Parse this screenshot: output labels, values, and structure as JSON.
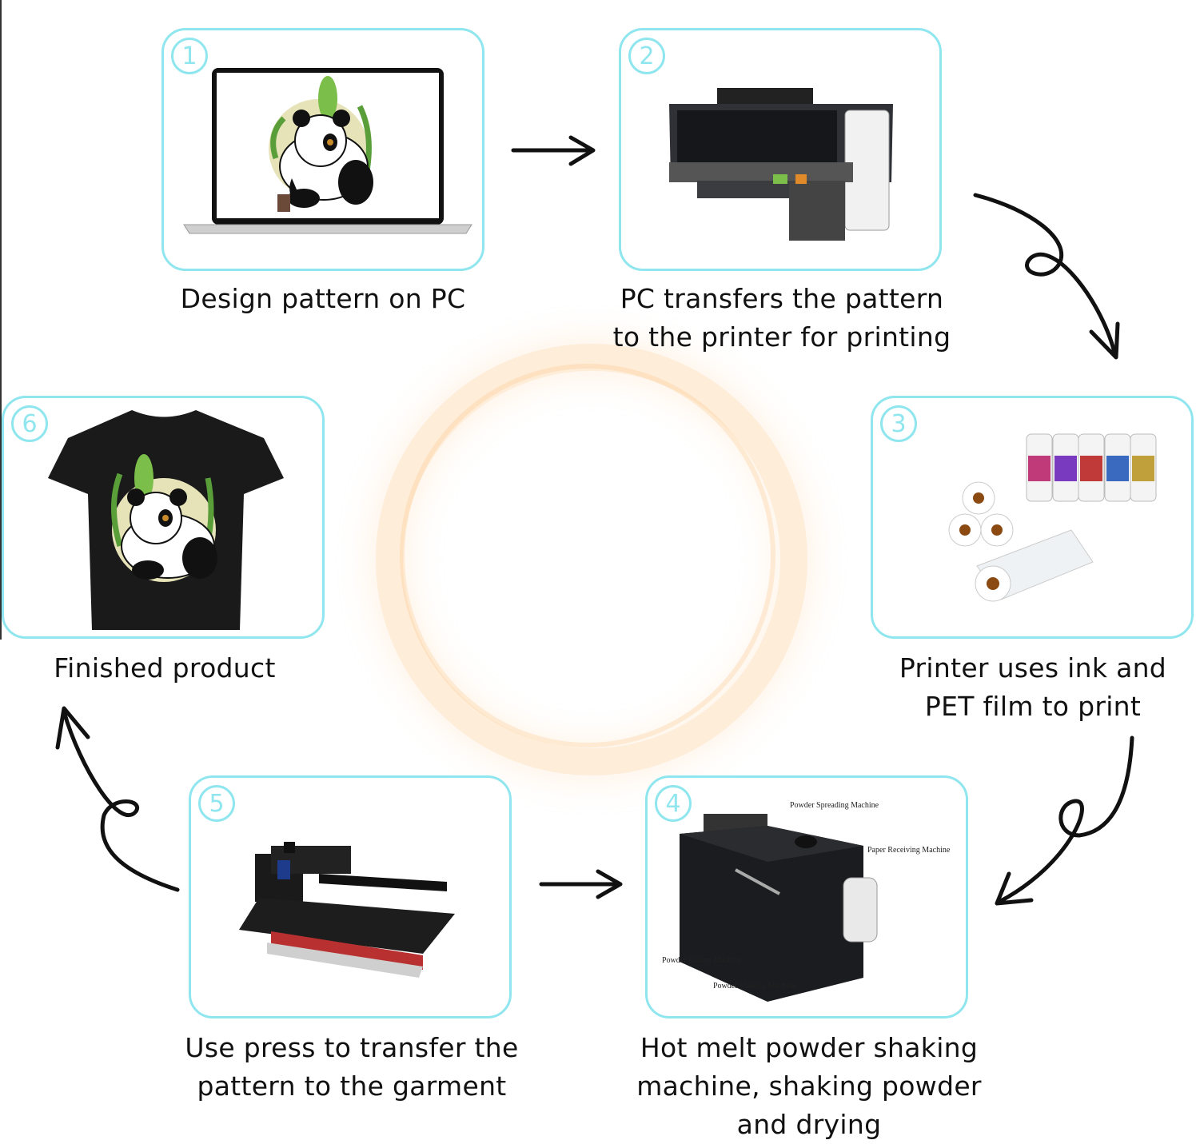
{
  "steps": [
    {
      "number": "1",
      "caption": "Design pattern on PC",
      "illustration": "laptop-with-panda-design"
    },
    {
      "number": "2",
      "caption": "PC transfers the pattern to the printer for printing",
      "illustration": "dtf-printer"
    },
    {
      "number": "3",
      "caption": "Printer uses ink and PET film to print",
      "illustration": "ink-bottles-and-pet-film"
    },
    {
      "number": "4",
      "caption": "Hot melt powder shaking machine, shaking powder and drying",
      "illustration": "powder-shaking-machine",
      "labels": {
        "spreading": "Powder Spreading Machine",
        "receiving": "Paper Receiving Machine",
        "baking": "Powder Baking Machine",
        "shaking": "Powder Shaking Machine"
      }
    },
    {
      "number": "5",
      "caption": "Use press to transfer the pattern to the garment",
      "illustration": "heat-press"
    },
    {
      "number": "6",
      "caption": "Finished product",
      "illustration": "black-tshirt-with-panda"
    }
  ],
  "colors": {
    "card_border": "#8fe6ee",
    "arrow": "#111111",
    "glow": "#fdc88c"
  }
}
